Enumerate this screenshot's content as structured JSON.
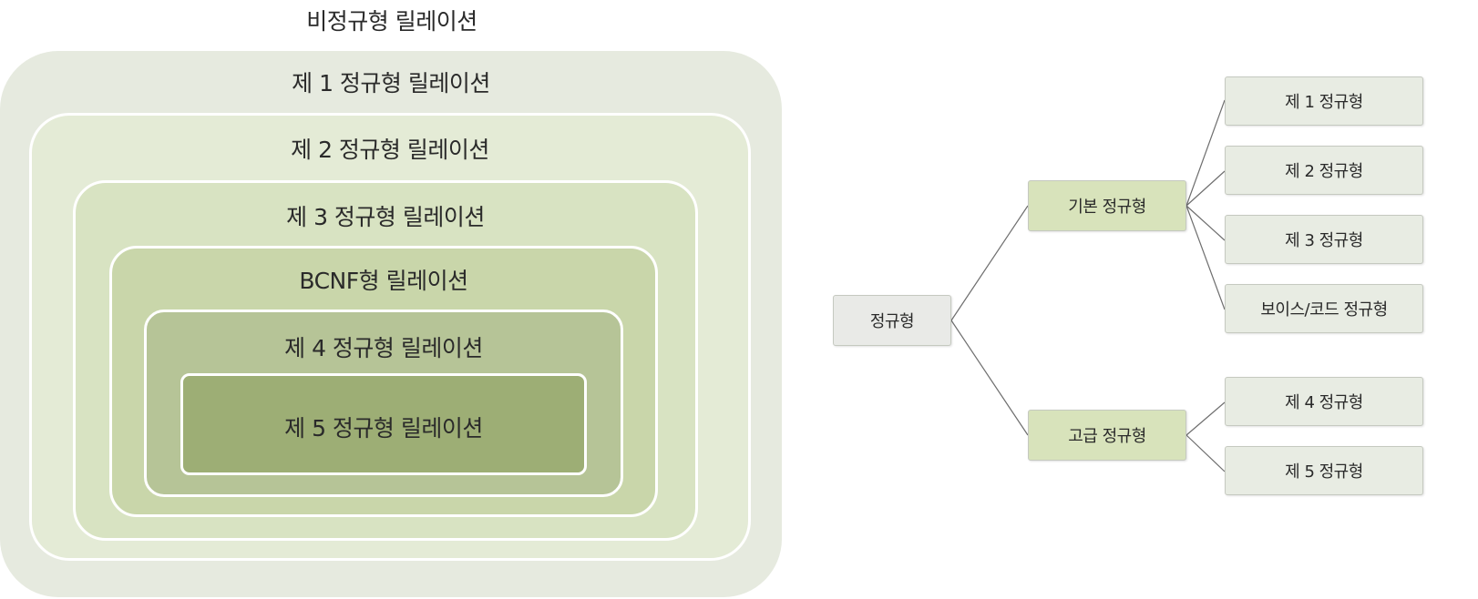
{
  "venn": {
    "outer_label": "비정규형 릴레이션",
    "levels": [
      {
        "label": "제 1 정규형 릴레이션"
      },
      {
        "label": "제 2 정규형 릴레이션"
      },
      {
        "label": "제 3 정규형 릴레이션"
      },
      {
        "label": "BCNF형 릴레이션"
      },
      {
        "label": "제 4 정규형 릴레이션"
      },
      {
        "label": "제 5 정규형 릴레이션"
      }
    ]
  },
  "tree": {
    "root": "정규형",
    "branches": [
      {
        "label": "기본 정규형",
        "children": [
          "제 1 정규형",
          "제 2 정규형",
          "제 3 정규형",
          "보이스/코드 정규형"
        ]
      },
      {
        "label": "고급 정규형",
        "children": [
          "제 4 정규형",
          "제 5 정규형"
        ]
      }
    ]
  },
  "colors": {
    "level1": "#e6eadf",
    "level2": "#e4ebd6",
    "level3": "#d8e3c2",
    "level4": "#c9d6aa",
    "level5": "#b6c497",
    "level6": "#9dae75",
    "branch_box": "#d8e3bb",
    "leaf_box": "#e8ece3",
    "root_box": "#e9eae7"
  }
}
